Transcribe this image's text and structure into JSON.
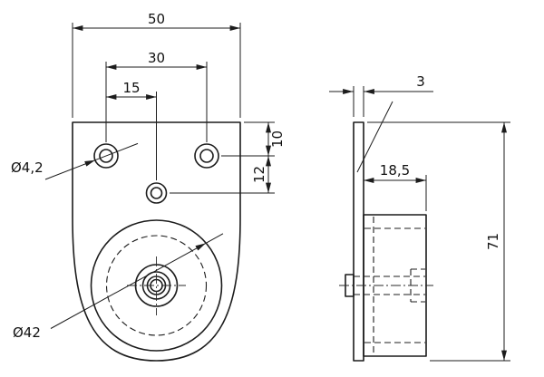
{
  "views": {
    "front": {
      "dims": {
        "overall_width": "50",
        "hole_spacing": "30",
        "hole_offset": "15",
        "top_to_hole_row": "10",
        "hole_row_to_center_hole": "12"
      },
      "labels": {
        "hole_diameter": "Ø4,2",
        "roller_diameter": "Ø42"
      }
    },
    "side": {
      "dims": {
        "plate_thickness": "3",
        "roller_depth": "18,5",
        "overall_height": "71"
      }
    }
  },
  "colors": {
    "line": "#1c1c1c",
    "background": "#ffffff"
  }
}
